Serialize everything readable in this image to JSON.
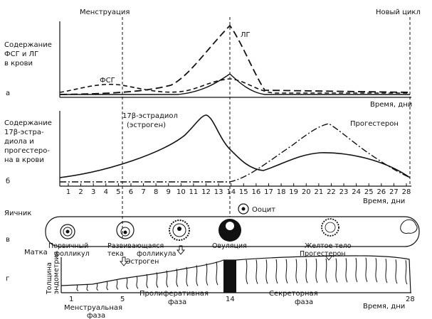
{
  "header": {
    "menstruation_label": "Менструация",
    "new_cycle_label": "Новый цикл"
  },
  "panel_a": {
    "ylabel_lines": [
      "Содержание",
      "ФСГ и ЛГ",
      "в крови"
    ],
    "panel_letter": "а",
    "fsh_label": "ФСГ",
    "lh_label": "ЛГ",
    "time_label": "Время, дни"
  },
  "panel_b": {
    "ylabel_lines": [
      "Содержание",
      "17β-эстра-",
      "диола и",
      "прогестеро-",
      "на в крови"
    ],
    "panel_letter": "б",
    "estradiol_label_lines": [
      "17β-эстрадиол",
      "(эстроген)"
    ],
    "progesterone_label": "Прогестерон",
    "days": [
      "1",
      "2",
      "3",
      "4",
      "5",
      "6",
      "7",
      "8",
      "9",
      "10",
      "11",
      "12",
      "13",
      "14",
      "15",
      "16",
      "17",
      "18",
      "19",
      "20",
      "21",
      "22",
      "23",
      "24",
      "25",
      "26",
      "27",
      "28"
    ],
    "time_label": "Время, дни"
  },
  "panel_v": {
    "ovary_label": "Яичник",
    "panel_letter": "в",
    "oocyte_label": "Ооцит",
    "stages": [
      {
        "lines": [
          "Первичный",
          "фолликул"
        ]
      },
      {
        "lines": [
          "Развивающаяся",
          "тека",
          "фолликула"
        ]
      },
      {
        "lines": [
          "Овуляция"
        ]
      },
      {
        "lines": [
          "Желтое тело",
          "Прогестерон"
        ]
      }
    ],
    "estrogen_label": "Эстроген"
  },
  "panel_g": {
    "uterus_label": "Матка",
    "panel_letter": "г",
    "thickness_label_lines": [
      "Толщина",
      "эндометрия"
    ],
    "day_marks": [
      "1",
      "5",
      "14",
      "28"
    ],
    "phase_labels": [
      {
        "lines": [
          "Менструальная",
          "фаза"
        ]
      },
      {
        "lines": [
          "Пролиферативная",
          "фаза"
        ]
      },
      {
        "lines": [
          "Секреторная",
          "фаза"
        ]
      }
    ],
    "time_label": "Время, дни"
  }
}
